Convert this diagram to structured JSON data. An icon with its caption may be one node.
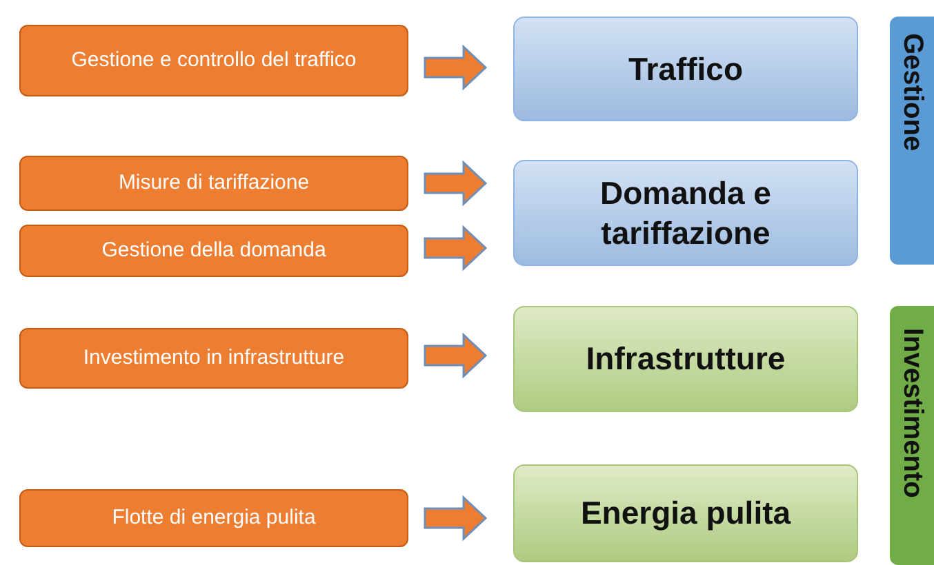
{
  "diagram": {
    "nodes": [
      {
        "text": [
          "Gestione e controllo del traffico"
        ]
      },
      {
        "text": [
          "Traffico"
        ]
      },
      {
        "text": [
          "Misure di tariffazione"
        ]
      },
      {
        "text": [
          "Gestione della domanda"
        ]
      },
      {
        "text": [
          "Domanda e tariffazione"
        ]
      },
      {
        "text": [
          "Investimento in infrastrutture"
        ]
      },
      {
        "text": [
          "Infrastrutture"
        ]
      },
      {
        "text": [
          "Flotte di energia pulita"
        ]
      },
      {
        "text": [
          "Energia pulita"
        ]
      },
      {
        "text": [
          "Gestione"
        ]
      },
      {
        "text": [
          "Investimento"
        ]
      }
    ],
    "edges": [
      {
        "from": 0,
        "to": 1,
        "arrow": "to"
      },
      {
        "from": 2,
        "to": 4,
        "arrow": "to"
      },
      {
        "from": 3,
        "to": 4,
        "arrow": "to"
      },
      {
        "from": 5,
        "to": 6,
        "arrow": "to"
      },
      {
        "from": 7,
        "to": 8,
        "arrow": "to"
      }
    ]
  }
}
